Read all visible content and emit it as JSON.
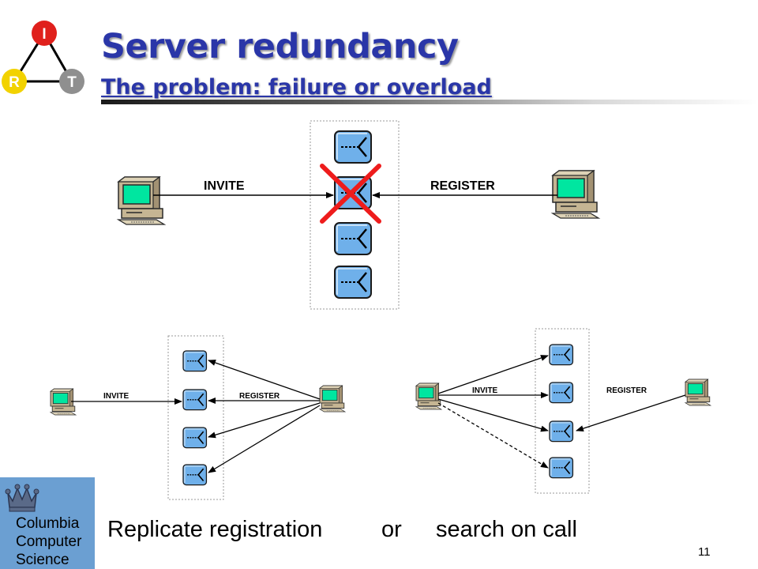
{
  "slide": {
    "title": "Server redundancy",
    "subtitle": "The problem: failure or overload",
    "page_number": "11"
  },
  "logo": {
    "top": "I",
    "left": "R",
    "right": "T",
    "colors": {
      "I": "#e0201c",
      "R": "#f2d200",
      "T": "#8f8f8f"
    }
  },
  "top_diagram": {
    "invite_label": "INVITE",
    "register_label": "REGISTER",
    "failed_server_mark": "red-x-icon",
    "server_count": 4
  },
  "left_diagram": {
    "invite_label": "INVITE",
    "register_label": "REGISTER",
    "server_count": 4
  },
  "right_diagram": {
    "invite_label": "INVITE",
    "register_label": "REGISTER",
    "server_count": 4
  },
  "captions": {
    "left": "Replicate registration",
    "middle": "or",
    "right": "search on call"
  },
  "columbia": {
    "line1": "Columbia",
    "line2": "Computer",
    "line3": "Science",
    "background": "#6b9fd2"
  },
  "colors": {
    "title": "#2a36a8",
    "server_fill": "#6fb0ea",
    "screen": "#00e6a0",
    "cross": "#ee1c1c"
  }
}
